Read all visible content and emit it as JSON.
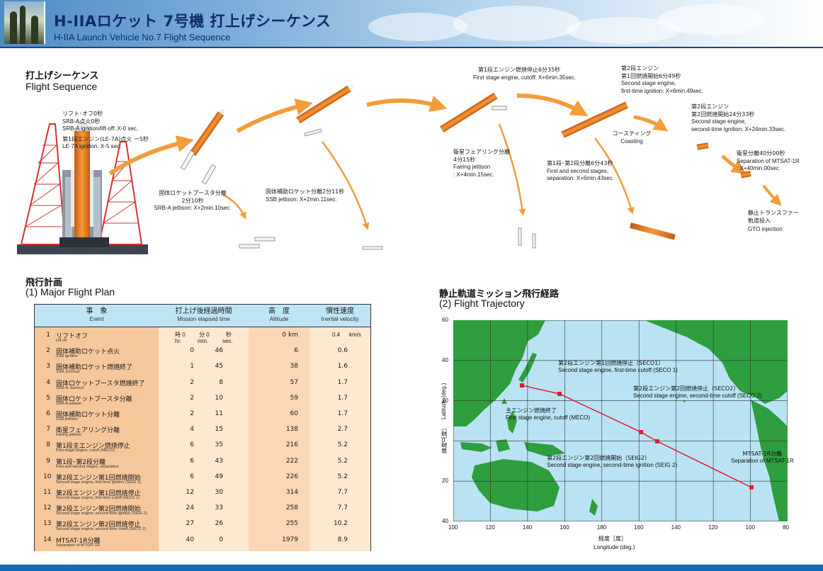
{
  "header": {
    "title_jp": "H-IIAロケット 7号機 打上げシーケンス",
    "title_en": "H-IIA Launch Vehicle No.7 Flight Sequence"
  },
  "sequence": {
    "title_jp": "打上げシーケンス",
    "title_en": "Flight Sequence",
    "labels": {
      "liftoff_jp1": "リフト･オフ0秒",
      "liftoff_jp2": "SRB-A点火0秒",
      "liftoff_en": "SRB-A ignition/lift-off: X-0 sec.",
      "le7a_jp": "第1段エンジン(LE-7A)点火 ー5秒",
      "le7a_en": "LE-7A ignition: X-5 sec.",
      "srb_jp1": "固体ロケットブースタ分離",
      "srb_jp2": "2分10秒",
      "srb_en": "SRB-A jettison: X+2min.10sec.",
      "ssb_jp": "固体補助ロケット分離2分11秒",
      "ssb_en": "SSB jettison: X+2min.11sec.",
      "fair_jp1": "衛星フェアリング分離",
      "fair_jp2": "4分15秒",
      "fair_en1": "Fairing jettison",
      "fair_en2": ": X+4min.15sec.",
      "meco_jp": "第1段エンジン燃焼停止6分35秒",
      "meco_en": "First stage engine, cutoff: X+6min.35sec.",
      "sep_jp": "第1段･第2段分離6分43秒",
      "sep_en1": "First and second stages,",
      "sep_en2": "separation: X+6min.43sec.",
      "seig1_jp1": "第2段エンジン",
      "seig1_jp2": "第1回燃焼開始6分49秒",
      "seig1_en1": "Second stage engine,",
      "seig1_en2": "first-time ignition: X+6min.49sec.",
      "coast_jp": "コースティング",
      "coast_en": "Coasting",
      "seig2_jp1": "第2段エンジン",
      "seig2_jp2": "第2回燃焼開始24分33秒",
      "seig2_en1": "Second stage engine,",
      "seig2_en2": "second-time ignition: X+24min.33sec.",
      "sat_jp": "衛星分離40分00秒",
      "sat_en1": "Separation of MTSAT-1R",
      "sat_en2": ": X+40min.00sec.",
      "gto_jp1": "静止トランスファー",
      "gto_jp2": "軌道投入",
      "gto_en": "GTO injection"
    }
  },
  "plan": {
    "title_jp": "飛行計画",
    "title_en": "(1) Major Flight Plan",
    "headers": {
      "event_jp": "事　象",
      "event_en": "Event",
      "time_jp": "打上げ後経過時間",
      "time_en": "Mission elapsed time",
      "alt_jp": "高　度",
      "alt_en": "Altitude",
      "vel_jp": "慣性速度",
      "vel_en": "Inertial velocity"
    },
    "units": {
      "hr_jp": "時",
      "hr_val": "0",
      "min_jp": "分",
      "min_val": "0",
      "sec_jp": "秒",
      "hr_en": "hr.",
      "min_en": "min.",
      "sec_en": "sec.",
      "alt_unit": "km",
      "vel_unit": "km/s"
    },
    "rows": [
      {
        "num": "1",
        "jp": "リフトオフ",
        "en": "Lift off",
        "min": "",
        "sec": "",
        "alt": "0",
        "vel": "0.4"
      },
      {
        "num": "2",
        "jp": "固体補助ロケット点火",
        "en": "SSB ignition",
        "min": "0",
        "sec": "46",
        "alt": "6",
        "vel": "0.6"
      },
      {
        "num": "3",
        "jp": "固体補助ロケット燃焼終了",
        "en": "SSB, burnout",
        "min": "1",
        "sec": "45",
        "alt": "38",
        "vel": "1.6"
      },
      {
        "num": "4",
        "jp": "固体ロケットブースタ燃焼終了",
        "en": "SRB-A, burnout",
        "min": "2",
        "sec": "8",
        "alt": "57",
        "vel": "1.7"
      },
      {
        "num": "5",
        "jp": "固体ロケットブースタ分離",
        "en": "SRB-A jettison",
        "min": "2",
        "sec": "10",
        "alt": "59",
        "vel": "1.7"
      },
      {
        "num": "6",
        "jp": "固体補助ロケット分離",
        "en": "SSB jettison",
        "min": "2",
        "sec": "11",
        "alt": "60",
        "vel": "1.7"
      },
      {
        "num": "7",
        "jp": "衛星フェアリング分離",
        "en": "Fairing jettison",
        "min": "4",
        "sec": "15",
        "alt": "138",
        "vel": "2.7"
      },
      {
        "num": "8",
        "jp": "第1段主エンジン燃焼停止",
        "en": "First stage engine, cutoff (MECO)",
        "min": "6",
        "sec": "35",
        "alt": "216",
        "vel": "5.2"
      },
      {
        "num": "9",
        "jp": "第1段･第2段分離",
        "en": "First and second stages, separation",
        "min": "6",
        "sec": "43",
        "alt": "222",
        "vel": "5.2"
      },
      {
        "num": "10",
        "jp": "第2段エンジン第1回燃焼開始",
        "en": "Second stage engine, first-time ignition (SEIG 1)",
        "min": "6",
        "sec": "49",
        "alt": "226",
        "vel": "5.2"
      },
      {
        "num": "11",
        "jp": "第2段エンジン第1回燃焼停止",
        "en": "Second stage engine, first-time cutoff (SECO 1)",
        "min": "12",
        "sec": "30",
        "alt": "314",
        "vel": "7.7"
      },
      {
        "num": "12",
        "jp": "第2段エンジン第2回燃焼開始",
        "en": "Second stage engine, second-time ignition (SEIG 2)",
        "min": "24",
        "sec": "33",
        "alt": "258",
        "vel": "7.7"
      },
      {
        "num": "13",
        "jp": "第2段エンジン第2回燃焼停止",
        "en": "Second stage engine, second-time cutoff (SECO 2)",
        "min": "27",
        "sec": "26",
        "alt": "255",
        "vel": "10.2"
      },
      {
        "num": "14",
        "jp": "MTSAT-1R分離",
        "en": "Separation of MTSAT-1R",
        "min": "40",
        "sec": "0",
        "alt": "1979",
        "vel": "8.9"
      }
    ]
  },
  "trajectory": {
    "title_jp": "静止軌道ミッション飛行経路",
    "title_en": "(2) Flight Trajectory",
    "ylabel_jp": "緯度［度］",
    "ylabel_en": "Latitude (deg.)",
    "xlabel_jp": "経度［度］",
    "xlabel_en": "Longitude (deg.)",
    "x_ticks": [
      "100",
      "120",
      "140",
      "160",
      "180",
      "160",
      "140",
      "120",
      "100",
      "80"
    ],
    "y_ticks": [
      "60",
      "40",
      "20",
      "0",
      "20",
      "40"
    ],
    "labels": {
      "seco1_jp": "第2段エンジン第1回燃焼停止（SECO1）",
      "seco1_en": "Second stage engine, first-time cutoff (SECO 1)",
      "seco2_jp": "第2段エンジン第2回燃焼停止（SECO2）",
      "seco2_en": "Second stage engine, second-time cutoff (SECO 2)",
      "meco_jp": "主エンジン燃焼終了",
      "meco_en": "First stage engine, cutoff (MECO)",
      "seig2_jp": "第2段エンジン第2回燃焼開始（SEIG2）",
      "seig2_en": "Second stage engine, second-time ignition (SEIG 2)",
      "sat_jp": "MTSAT-1R分離",
      "sat_en": "Separation of MTSAT-1R"
    },
    "colors": {
      "ocean": "#b9e3f2",
      "land": "#2e9e3e",
      "track": "#e0202a"
    }
  }
}
